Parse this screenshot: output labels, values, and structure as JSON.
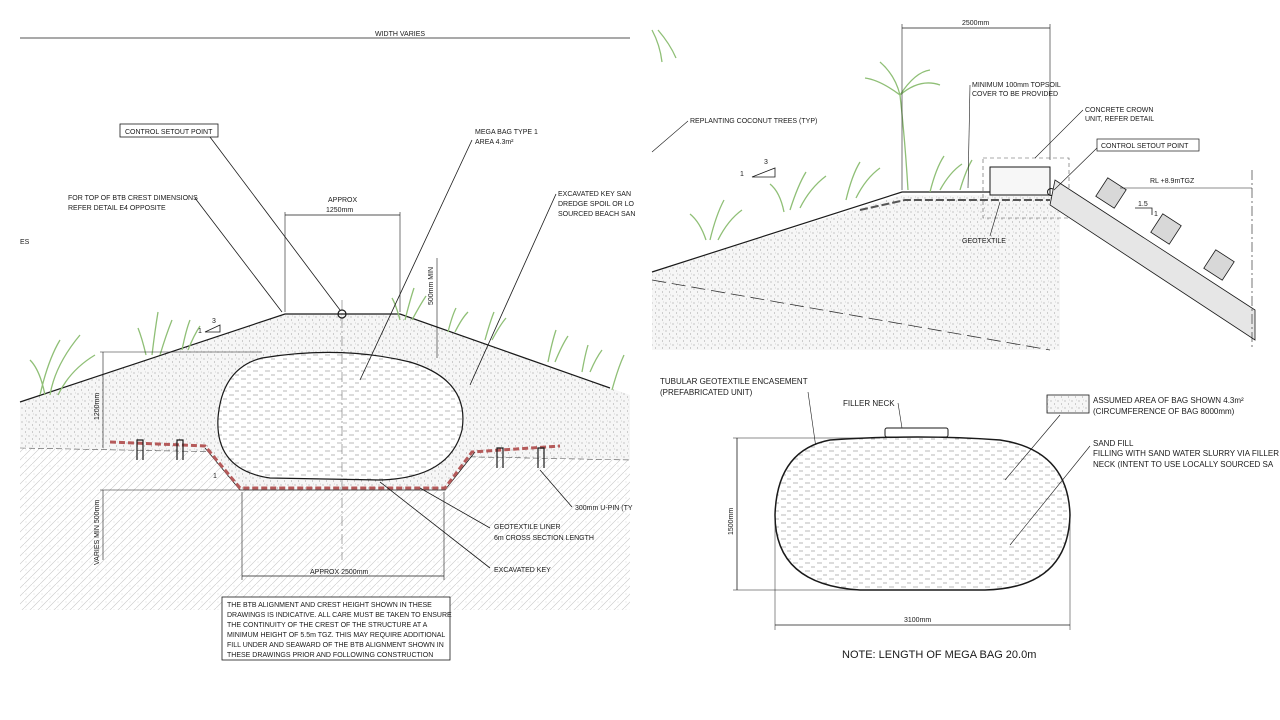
{
  "left_panel": {
    "width_label": "WIDTH VARIES",
    "control_point": "CONTROL SETOUT POINT",
    "mega_bag": [
      "MEGA BAG TYPE 1",
      "AREA 4.3m²"
    ],
    "btb_crest": [
      "FOR TOP OF BTB CREST DIMENSIONS",
      "REFER DETAIL E4 OPPOSITE"
    ],
    "excavated_key_sand": [
      "EXCAVATED KEY SAN",
      "DREDGE SPOIL OR LO",
      "SOURCED BEACH SAN"
    ],
    "approx_top": [
      "APPROX",
      "1250mm"
    ],
    "min_500": "500mm MIN",
    "dim_1200": "1200mm",
    "varies_min": "VARIES MIN 500mm",
    "slope_h": "3",
    "slope_v": "1",
    "slope_v2": "1",
    "es_fragment": "ES",
    "upin": "300mm U-PIN (TY",
    "geotextile_liner": [
      "GEOTEXTILE LINER",
      "6m CROSS SECTION LENGTH"
    ],
    "approx_bottom": "APPROX 2500mm",
    "excavated_key": "EXCAVATED KEY",
    "note_lines": [
      "THE BTB ALIGNMENT AND CREST HEIGHT SHOWN IN THESE",
      "DRAWINGS IS INDICATIVE. ALL CARE MUST BE TAKEN TO ENSURE",
      "THE CONTINUITY OF THE CREST OF THE STRUCTURE AT A",
      "MINIMUM HEIGHT OF 5.5m TGZ. THIS MAY REQUIRE ADDITIONAL",
      "FILL UNDER AND SEAWARD OF THE BTB ALIGNMENT SHOWN IN",
      "THESE DRAWINGS PRIOR AND FOLLOWING CONSTRUCTION"
    ]
  },
  "top_right_panel": {
    "dim_2500": "2500mm",
    "topsoil": [
      "MINIMUM 100mm TOPSOIL",
      "COVER TO BE PROVIDED"
    ],
    "concrete_crown": [
      "CONCRETE CROWN",
      "UNIT, REFER DETAIL"
    ],
    "control_point": "CONTROL SETOUT POINT",
    "replanting": "REPLANTING COCONUT TREES (TYP)",
    "slope_h": "3",
    "slope_v": "1",
    "rl": "RL +8.9mTGZ",
    "slope2_h": "1.5",
    "slope2_v": "1",
    "geotextile": "GEOTEXTILE"
  },
  "bottom_right_panel": {
    "encasement": [
      "TUBULAR GEOTEXTILE ENCASEMENT",
      "(PREFABRICATED UNIT)"
    ],
    "filler_neck": "FILLER NECK",
    "assumed_area": [
      "ASSUMED AREA OF BAG SHOWN 4.3m²",
      "(CIRCUMFERENCE OF BAG 8000mm)"
    ],
    "sand_fill": [
      "SAND FILL",
      "FILLING WITH SAND WATER SLURRY VIA FILLER",
      "NECK (INTENT TO USE LOCALLY SOURCED SA"
    ],
    "dim_1500": "1500mm",
    "dim_3100": "3100mm",
    "note": "NOTE: LENGTH OF MEGA BAG 20.0m"
  },
  "colors": {
    "line": "#1a1a1a",
    "geotextile_red": "#b55a5a",
    "vegetation": "#8fbf76",
    "fill_stipple": "#9a9a9a"
  }
}
